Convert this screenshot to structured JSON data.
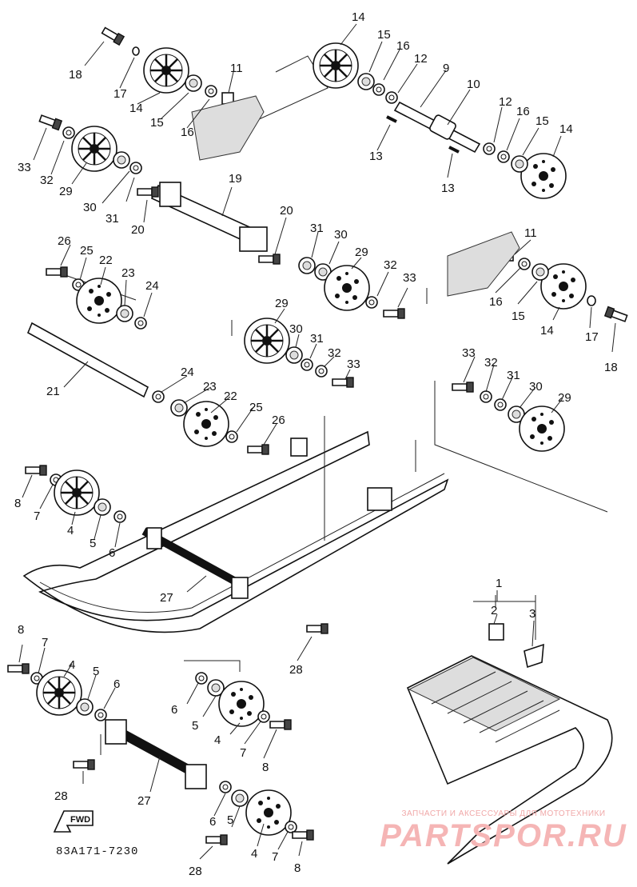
{
  "diagram": {
    "catalog_code": "83A171-7230",
    "fwd_label": "FWD",
    "watermark_top": "ЗАПЧАСТИ И АКСЕССУАРЫ ДЛЯ МОТОТЕХНИКИ",
    "watermark_logo": "PARTSPOR.RU",
    "callouts": {
      "c1": "1",
      "c2": "2",
      "c3": "3",
      "c4a": "4",
      "c4b": "4",
      "c4c": "4",
      "c4d": "4",
      "c5a": "5",
      "c5b": "5",
      "c5c": "5",
      "c5d": "5",
      "c6a": "6",
      "c6b": "6",
      "c6c": "6",
      "c6d": "6",
      "c7a": "7",
      "c7b": "7",
      "c7c": "7",
      "c7d": "7",
      "c8a": "8",
      "c8b": "8",
      "c8c": "8",
      "c8d": "8",
      "c9": "9",
      "c10": "10",
      "c11a": "11",
      "c11b": "11",
      "c12a": "12",
      "c12b": "12",
      "c13a": "13",
      "c13b": "13",
      "c14a": "14",
      "c14b": "14",
      "c14c": "14",
      "c14d": "14",
      "c15a": "15",
      "c15b": "15",
      "c15c": "15",
      "c15d": "15",
      "c16a": "16",
      "c16b": "16",
      "c16c": "16",
      "c16d": "16",
      "c17a": "17",
      "c17b": "17",
      "c18a": "18",
      "c18b": "18",
      "c19": "19",
      "c20a": "20",
      "c20b": "20",
      "c21": "21",
      "c22a": "22",
      "c22b": "22",
      "c23a": "23",
      "c23b": "23",
      "c24a": "24",
      "c24b": "24",
      "c25a": "25",
      "c25b": "25",
      "c26a": "26",
      "c26b": "26",
      "c27a": "27",
      "c27b": "27",
      "c28a": "28",
      "c28b": "28",
      "c28c": "28",
      "c29a": "29",
      "c29b": "29",
      "c29c": "29",
      "c29d": "29",
      "c30a": "30",
      "c30b": "30",
      "c30c": "30",
      "c30d": "30",
      "c31a": "31",
      "c31b": "31",
      "c31c": "31",
      "c31d": "31",
      "c32a": "32",
      "c32b": "32",
      "c32c": "32",
      "c32d": "32",
      "c33a": "33",
      "c33b": "33",
      "c33c": "33",
      "c33d": "33"
    }
  }
}
